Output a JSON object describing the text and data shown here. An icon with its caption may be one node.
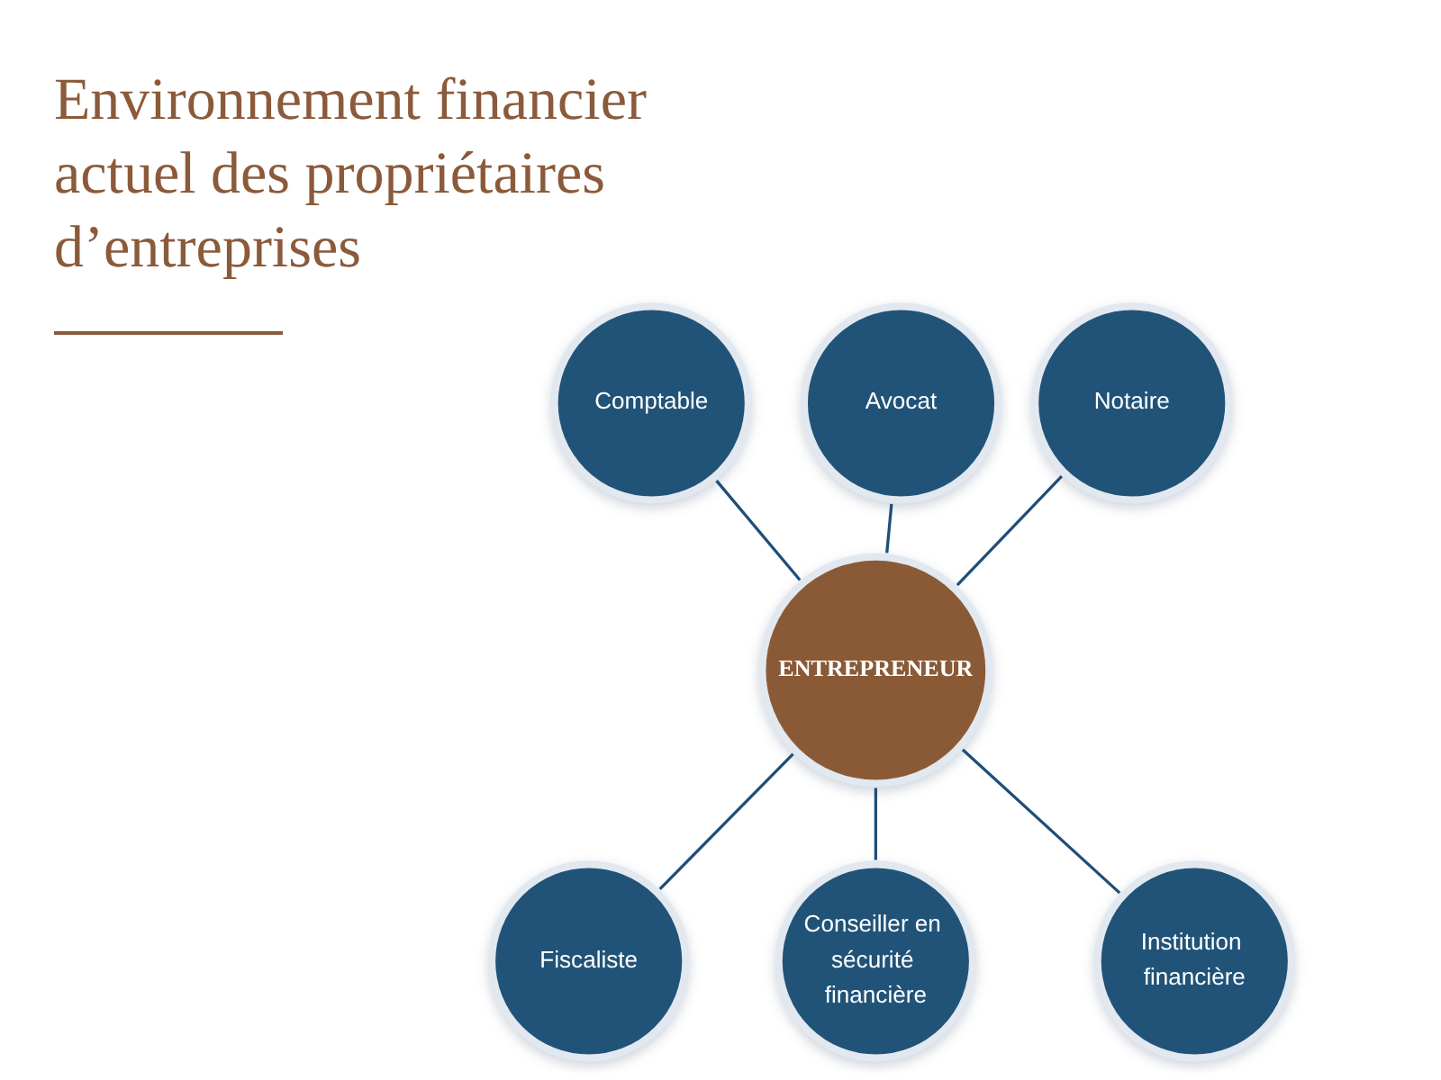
{
  "diagram": {
    "title": "Environnement financier actuel des propriétaires d’entreprises",
    "nodes": [
      {
        "text": [
          "Avocat"
        ]
      },
      {
        "text": [
          "Comptable"
        ]
      },
      {
        "text": [
          "Notaire"
        ]
      },
      {
        "text": [
          "ENTREPRENEUR"
        ]
      },
      {
        "text": [
          "Fiscaliste"
        ]
      },
      {
        "text": [
          "Institution financière"
        ]
      },
      {
        "text": [
          "Conseiller en sécurité financière"
        ]
      }
    ],
    "edges": [
      {
        "from": 1,
        "to": 3,
        "arrow": "none"
      },
      {
        "from": 0,
        "to": 3,
        "arrow": "none"
      },
      {
        "from": 2,
        "to": 3,
        "arrow": "none"
      },
      {
        "from": 3,
        "to": 4,
        "arrow": "none"
      },
      {
        "from": 3,
        "to": 6,
        "arrow": "none"
      },
      {
        "from": 3,
        "to": 5,
        "arrow": "none"
      }
    ]
  }
}
